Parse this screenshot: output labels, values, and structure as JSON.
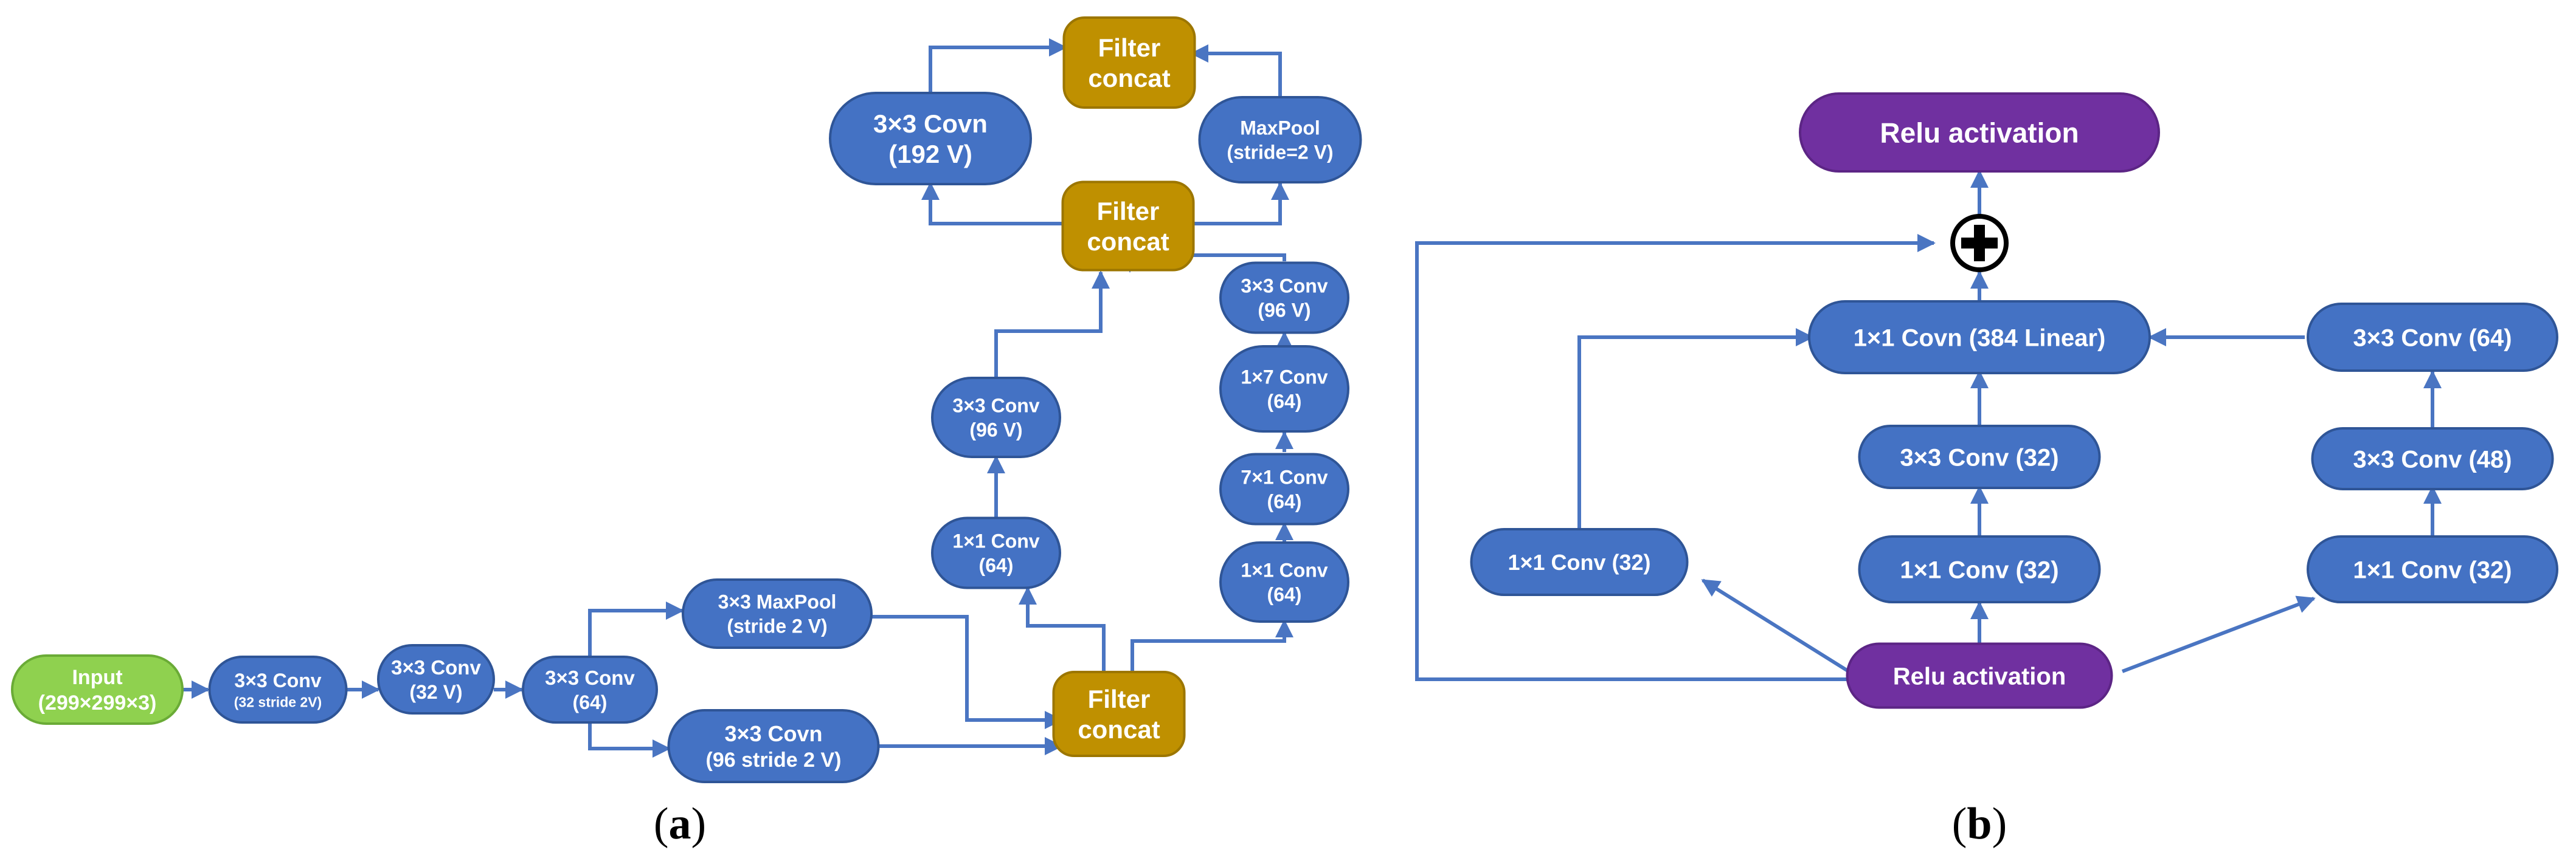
{
  "colors": {
    "conv": "#4472c4",
    "conv_stroke": "#2f5597",
    "input": "#8fd14f",
    "input_stroke": "#6aab36",
    "concat": "#bf9000",
    "concat_stroke": "#9c7600",
    "relu": "#7030a0",
    "relu_stroke": "#5c2585",
    "edge": "#4a75c2"
  },
  "panel_a": {
    "caption": "a",
    "nodes": {
      "input": [
        "Input",
        "(299×299×3)"
      ],
      "conv1": [
        "3×3 Conv",
        "(32 stride 2V)"
      ],
      "conv2": [
        "3×3 Conv",
        "(32 V)"
      ],
      "conv3": [
        "3×3 Conv",
        "(64)"
      ],
      "maxpool1": [
        "3×3 MaxPool",
        "(stride 2 V)"
      ],
      "covn96": [
        "3×3 Covn",
        "(96 stride 2 V)"
      ],
      "concat1": [
        "Filter",
        "concat"
      ],
      "left_1x1": [
        "1×1 Conv",
        "(64)"
      ],
      "left_3x3": [
        "3×3 Conv",
        "(96 V)"
      ],
      "right_1x1": [
        "1×1 Conv",
        "(64)"
      ],
      "right_7x1": [
        "7×1 Conv",
        "(64)"
      ],
      "right_1x7": [
        "1×7 Conv",
        "(64)"
      ],
      "right_3x3": [
        "3×3 Conv",
        "(96 V)"
      ],
      "concat2": [
        "Filter",
        "concat"
      ],
      "covn192": [
        "3×3 Covn",
        "(192 V)"
      ],
      "maxpool2": [
        "MaxPool",
        "(stride=2 V)"
      ],
      "concat3": [
        "Filter",
        "concat"
      ]
    }
  },
  "panel_b": {
    "caption": "b",
    "nodes": {
      "relu_top": [
        "Relu activation"
      ],
      "covn384": [
        "1×1 Covn (384 Linear)"
      ],
      "mid_3x3_32": [
        "3×3 Conv (32)"
      ],
      "mid_1x1_32": [
        "1×1 Conv (32)"
      ],
      "left_1x1_32": [
        "1×1 Conv (32)"
      ],
      "relu_bottom": [
        "Relu activation"
      ],
      "right_1x1_32": [
        "1×1 Conv (32)"
      ],
      "right_3x3_48": [
        "3×3 Conv (48)"
      ],
      "right_3x3_64": [
        "3×3 Conv (64)"
      ]
    }
  }
}
